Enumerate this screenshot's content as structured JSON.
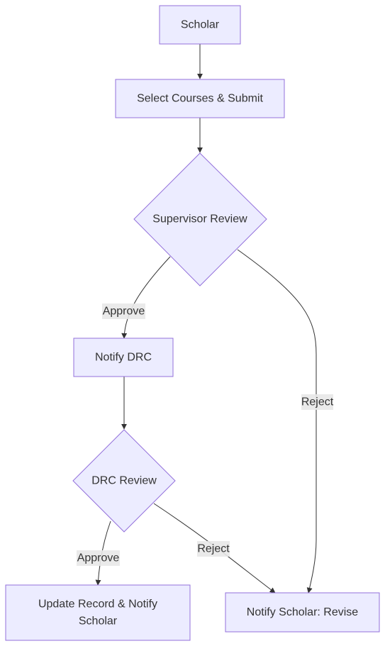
{
  "nodes": {
    "scholar": "Scholar",
    "select_courses": "Select Courses & Submit",
    "supervisor_review": "Supervisor Review",
    "notify_drc": "Notify DRC",
    "drc_review": "DRC Review",
    "update_record": [
      "Update Record & Notify",
      "Scholar"
    ],
    "notify_revise": "Notify Scholar: Revise"
  },
  "edges": {
    "supervisor_approve": "Approve",
    "supervisor_reject": "Reject",
    "drc_approve": "Approve",
    "drc_reject": "Reject"
  },
  "colors": {
    "node_fill": "#ECECFF",
    "node_stroke": "#9370DB",
    "edge": "#333333",
    "label_bg": "#e8e8e8"
  }
}
